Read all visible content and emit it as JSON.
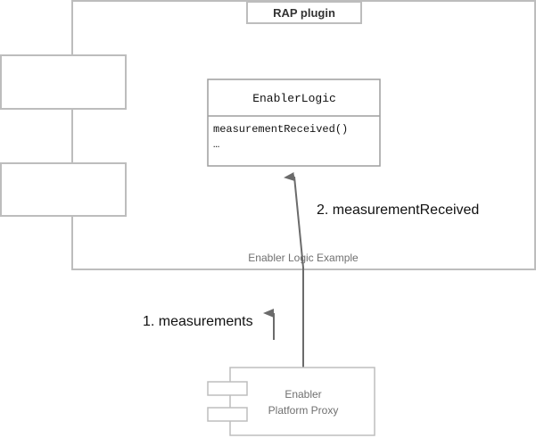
{
  "plugin_frame": {
    "tab_label": "RAP plugin",
    "caption": "Enabler Logic Example"
  },
  "class_box": {
    "name": "EnablerLogic",
    "methods": [
      "measurementReceived()",
      "…"
    ]
  },
  "component": {
    "label_line1": "Enabler",
    "label_line2": "Platform Proxy"
  },
  "annotations": {
    "step1": "1. measurements",
    "step2": "2. measurementReceived"
  },
  "colors": {
    "frame_stroke": "#bdbdbd",
    "box_stroke": "#9e9e9e",
    "arrow": "#6b6b6b",
    "muted_text": "#707070",
    "text": "#111111"
  }
}
